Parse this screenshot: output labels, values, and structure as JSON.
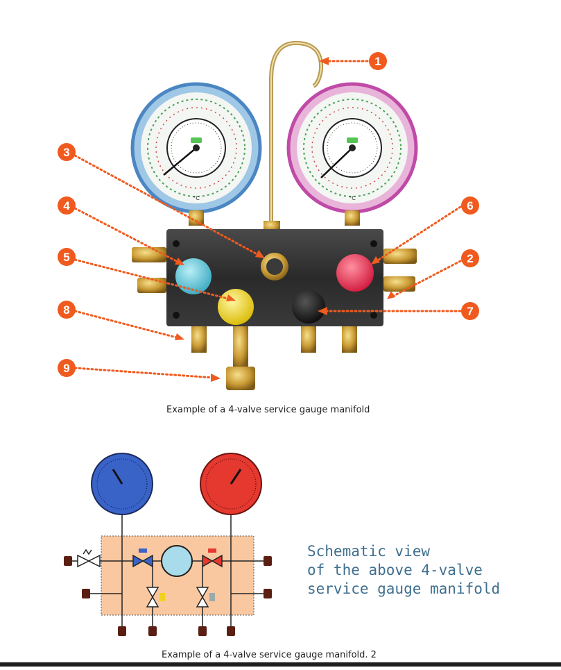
{
  "figure1": {
    "caption": "Example of a 4-valve service gauge manifold",
    "callouts": [
      "1",
      "2",
      "3",
      "4",
      "5",
      "6",
      "7",
      "8",
      "9"
    ],
    "gauge_left_scale_label": "°C",
    "gauge_right_scale_label": "°C",
    "knob_colors": {
      "low": "#5bc6d9",
      "vacuum": "#f0d21c",
      "refrigerant": "#1a1a1a",
      "high": "#e8304a"
    },
    "callout_color": "#f05a1e"
  },
  "figure2": {
    "caption": "Example of a 4-valve service gauge manifold. 2",
    "text_lines": [
      "Schematic view",
      "of the above 4-valve",
      "service gauge manifold"
    ],
    "colors": {
      "low_gauge": "#3a63c8",
      "high_gauge": "#e5382f",
      "body": "#f9c8a0",
      "text": "#3f6f8f"
    }
  }
}
